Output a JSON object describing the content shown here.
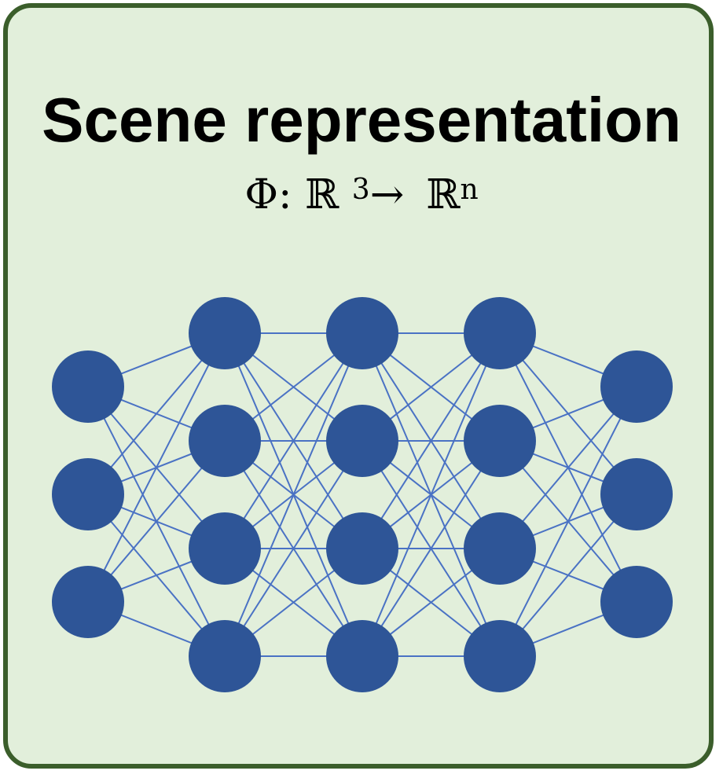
{
  "title": "Scene representation",
  "formula": {
    "phi": "Φ",
    "colon": ":",
    "domain": "ℝ",
    "domain_exp": "3",
    "arrow": "→",
    "codomain": "ℝ",
    "codomain_exp": "n"
  },
  "network": {
    "layer_sizes": [
      3,
      4,
      4,
      4,
      3
    ],
    "node_color": "#2e5597",
    "edge_color": "#4a72c4"
  },
  "colors": {
    "panel_fill": "#e2efdb",
    "panel_border": "#3b5e2b"
  }
}
